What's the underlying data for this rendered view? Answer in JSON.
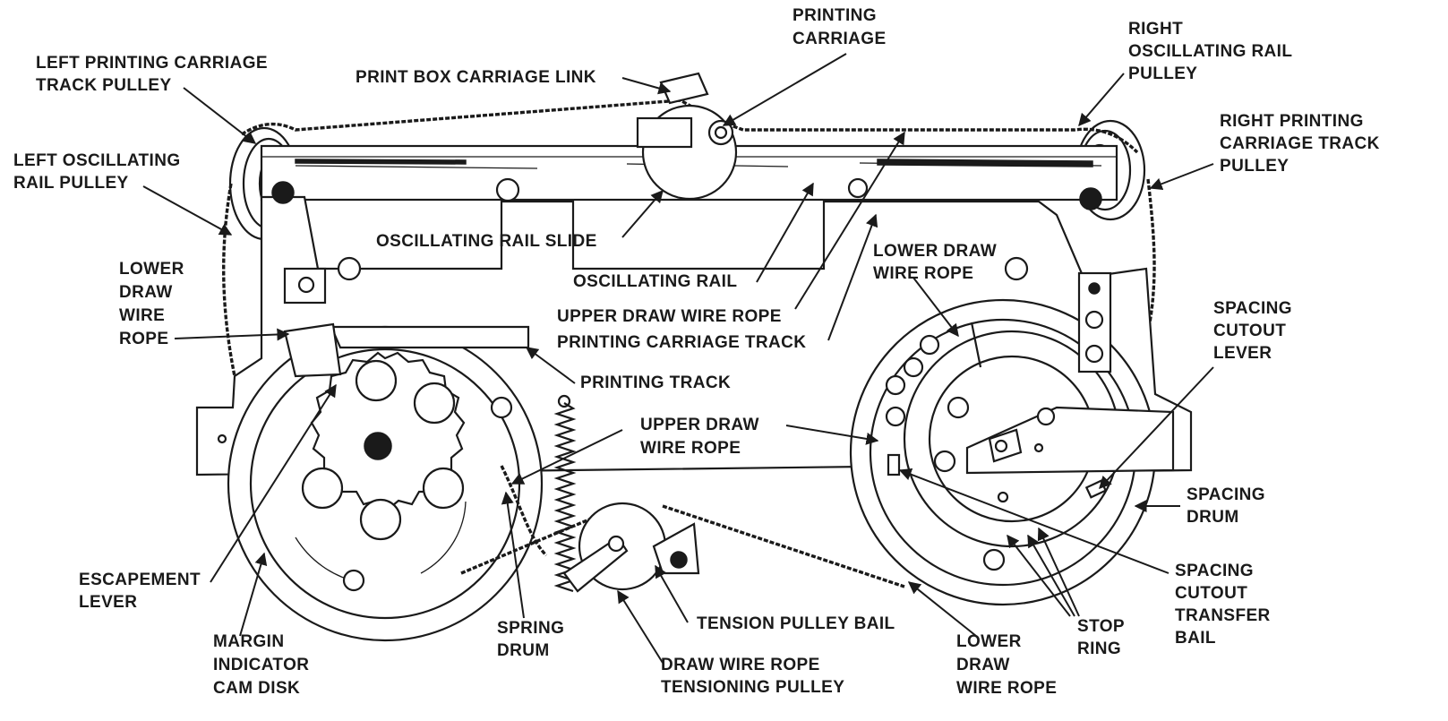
{
  "labels": {
    "printing_carriage": [
      "PRINTING",
      "CARRIAGE"
    ],
    "right_oscillating_rail_pulley": [
      "RIGHT",
      "OSCILLATING RAIL",
      "PULLEY"
    ],
    "left_printing_carriage_track_pulley": [
      "LEFT PRINTING CARRIAGE",
      "TRACK PULLEY"
    ],
    "print_box_carriage_link": [
      "PRINT BOX CARRIAGE LINK"
    ],
    "right_printing_carriage_track_pulley": [
      "RIGHT PRINTING",
      "CARRIAGE TRACK",
      "PULLEY"
    ],
    "left_oscillating_rail_pulley": [
      "LEFT OSCILLATING",
      "RAIL PULLEY"
    ],
    "oscillating_rail_slide": [
      "OSCILLATING RAIL SLIDE"
    ],
    "lower_draw_wire_rope_right": [
      "LOWER DRAW",
      "WIRE ROPE"
    ],
    "lower_draw_wire_rope_left": [
      "LOWER",
      "DRAW",
      "WIRE",
      "ROPE"
    ],
    "oscillating_rail": [
      "OSCILLATING RAIL"
    ],
    "upper_draw_wire_rope_top": [
      "UPPER DRAW WIRE ROPE"
    ],
    "printing_carriage_track": [
      "PRINTING CARRIAGE TRACK"
    ],
    "spacing_cutout_lever": [
      "SPACING",
      "CUTOUT",
      "LEVER"
    ],
    "printing_track": [
      "PRINTING TRACK"
    ],
    "upper_draw_wire_rope_mid": [
      "UPPER DRAW",
      "WIRE ROPE"
    ],
    "spacing_drum": [
      "SPACING",
      "DRUM"
    ],
    "escapement_lever": [
      "ESCAPEMENT",
      "LEVER"
    ],
    "spacing_cutout_transfer_bail": [
      "SPACING",
      "CUTOUT",
      "TRANSFER",
      "BAIL"
    ],
    "tension_pulley_bail": [
      "TENSION PULLEY BAIL"
    ],
    "stop_ring": [
      "STOP",
      "RING"
    ],
    "spring_drum": [
      "SPRING",
      "DRUM"
    ],
    "margin_indicator_cam_disk": [
      "MARGIN",
      "INDICATOR",
      "CAM DISK"
    ],
    "lower_draw_wire_rope_bottom": [
      "LOWER",
      "DRAW",
      "WIRE ROPE"
    ],
    "draw_wire_rope_tensioning_pulley": [
      "DRAW WIRE ROPE",
      "TENSIONING PULLEY"
    ]
  }
}
